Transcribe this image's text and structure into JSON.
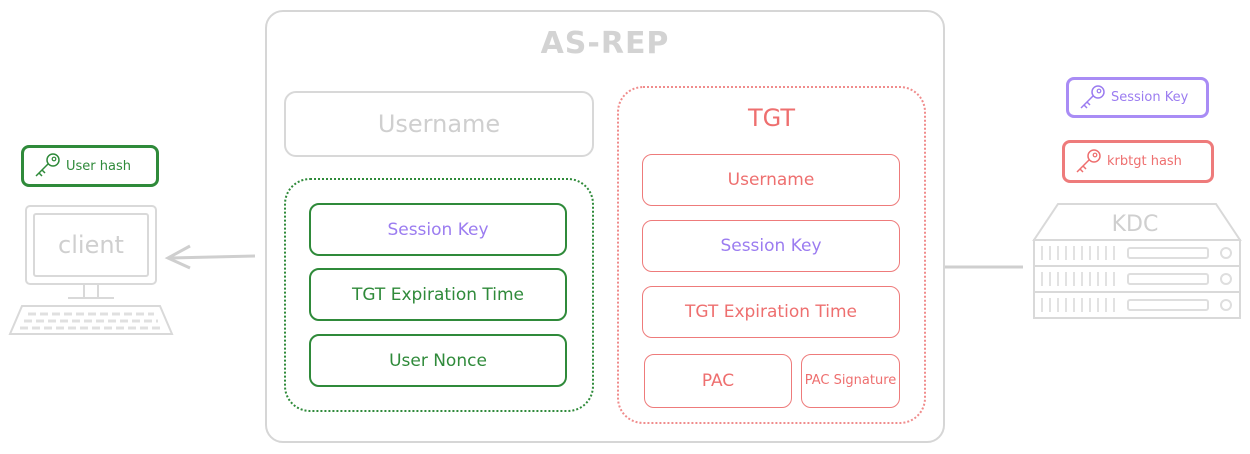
{
  "as_rep": {
    "title": "AS-REP",
    "username": "Username",
    "client_part": {
      "session_key": "Session Key",
      "tgt_expiration": "TGT Expiration Time",
      "user_nonce": "User Nonce"
    },
    "tgt": {
      "title": "TGT",
      "username": "Username",
      "session_key": "Session Key",
      "tgt_expiration": "TGT Expiration Time",
      "pac": "PAC",
      "pac_signature": "PAC Signature"
    }
  },
  "client": {
    "label": "client",
    "key_label": "User hash"
  },
  "kdc": {
    "label": "KDC",
    "keys": [
      "Session Key",
      "krbtgt hash"
    ]
  },
  "colors": {
    "green": "#2f8a3a",
    "red": "#ee6f6f",
    "purple": "#9b7cf0",
    "gray": "#d6d6d6"
  }
}
